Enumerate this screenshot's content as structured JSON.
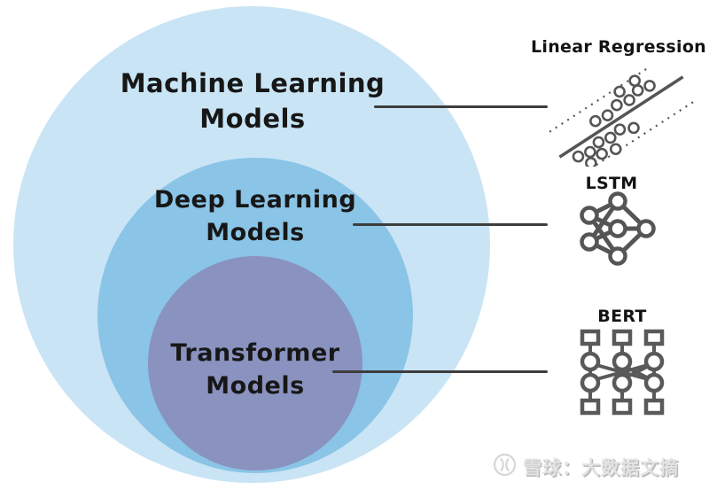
{
  "diagram": {
    "circles": [
      {
        "label_line1": "Machine Learning",
        "label_line2": "Models",
        "color": "#c9e4f5"
      },
      {
        "label_line1": "Deep Learning",
        "label_line2": "Models",
        "color": "#8ac4e6"
      },
      {
        "label_line1": "Transformer",
        "label_line2": "Models",
        "color": "#8a92bf"
      }
    ],
    "examples": [
      {
        "label": "Linear Regression",
        "icon": "scatter-regression-icon"
      },
      {
        "label": "LSTM",
        "icon": "neural-network-icon"
      },
      {
        "label": "BERT",
        "icon": "transformer-blocks-icon"
      }
    ]
  },
  "watermark": {
    "text": "雪球：大数据文摘",
    "logo": "xueqiu-logo"
  },
  "colors": {
    "outer_circle": "#c9e4f5",
    "middle_circle": "#8ac4e6",
    "inner_circle": "#8a92bf",
    "label_text": "#171717",
    "connector_line": "#3d3d3d",
    "icon_stroke": "#555555",
    "watermark_gray": "#bdbdbd"
  }
}
